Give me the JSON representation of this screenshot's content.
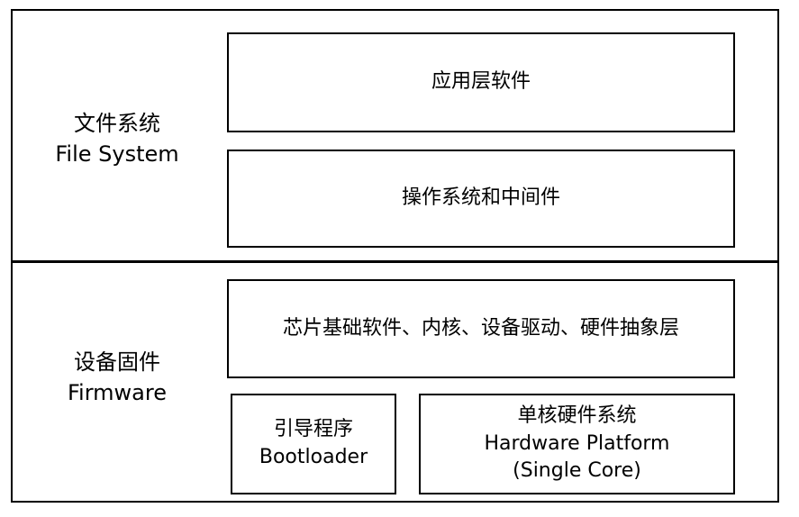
{
  "file_system": {
    "label_zh": "文件系统",
    "label_en": "File System",
    "layers": {
      "application": "应用层软件",
      "os_middleware": "操作系统和中间件"
    }
  },
  "firmware": {
    "label_zh": "设备固件",
    "label_en": "Firmware",
    "layers": {
      "chip_software": "芯片基础软件、内核、设备驱动、硬件抽象层",
      "bootloader_zh": "引导程序",
      "bootloader_en": "Bootloader",
      "hardware_zh": "单核硬件系统",
      "hardware_en": "Hardware Platform",
      "hardware_note": "(Single Core)"
    }
  }
}
